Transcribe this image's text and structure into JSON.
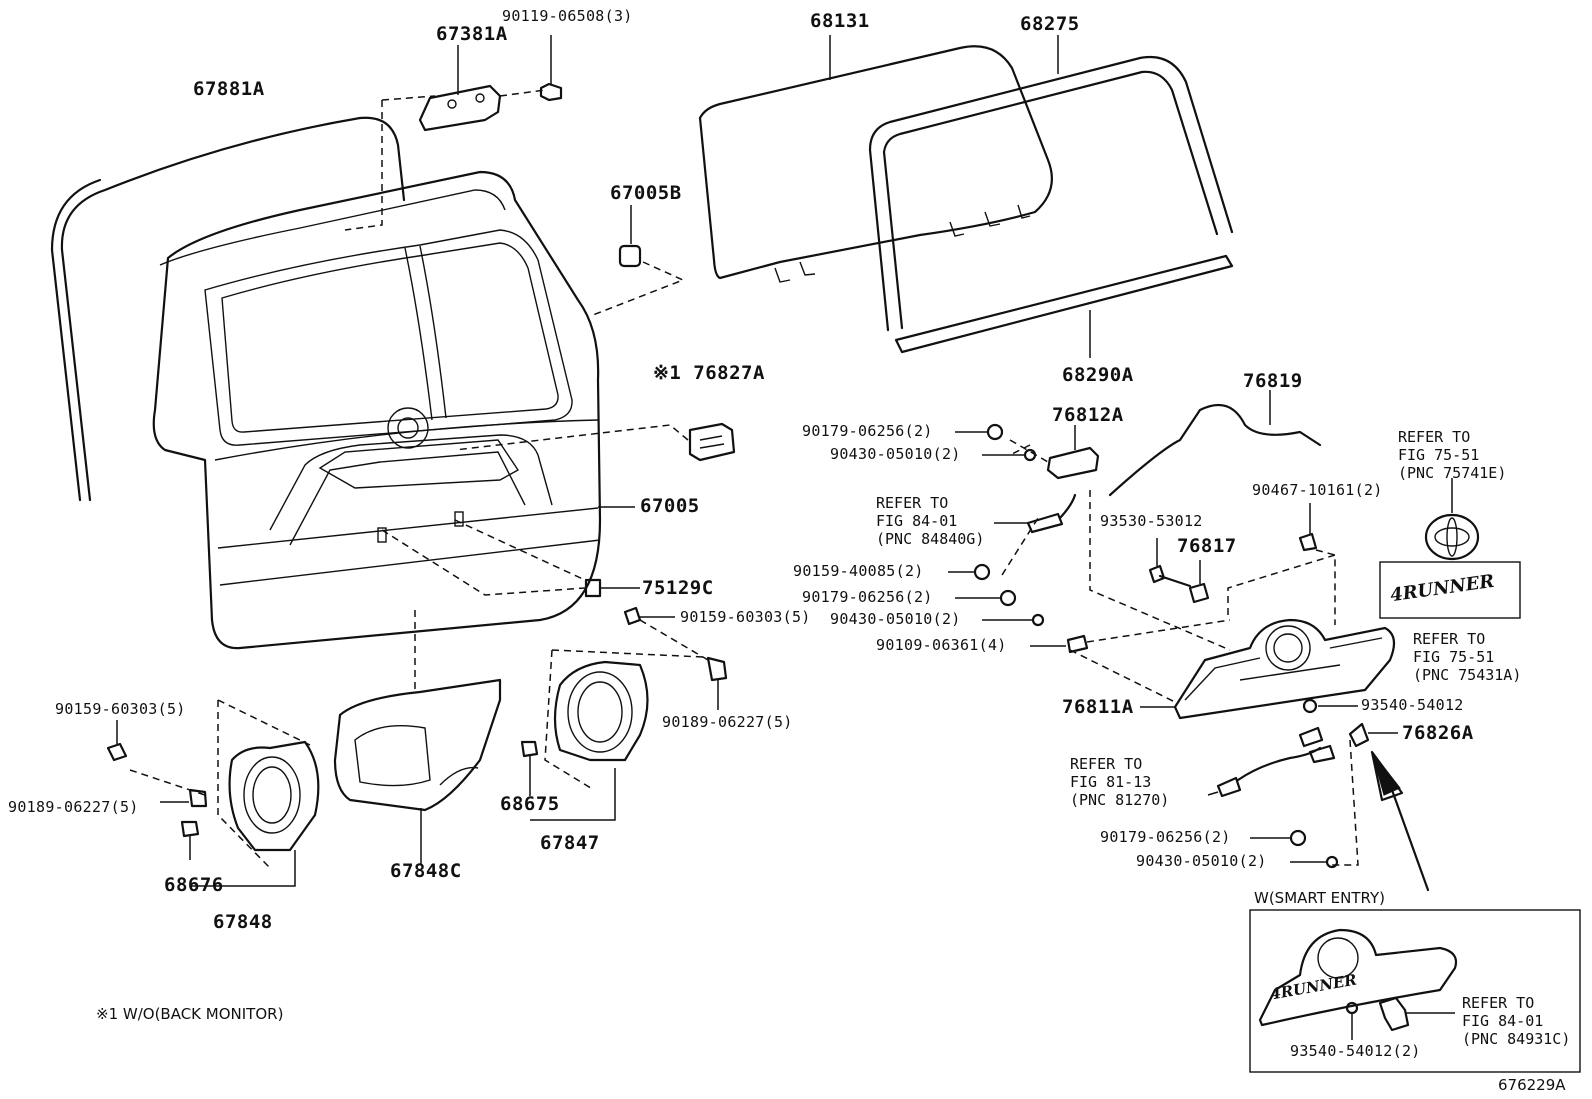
{
  "labels": {
    "p67381A": "67381A",
    "p90119_06508": "90119-06508(3)",
    "p67881A": "67881A",
    "p68131": "68131",
    "p68275": "68275",
    "p67005B": "67005B",
    "p76827A": "※1 76827A",
    "p67005": "67005",
    "p75129C": "75129C",
    "p90159_60303_r": "90159-60303(5)",
    "p90189_06227_r": "90189-06227(5)",
    "p90159_60303_l": "90159-60303(5)",
    "p90189_06227_l": "90189-06227(5)",
    "p68676": "68676",
    "p67848": "67848",
    "p67848C": "67848C",
    "p68675": "68675",
    "p67847": "67847",
    "p68290A": "68290A",
    "p76819": "76819",
    "p76812A": "76812A",
    "p90179_06256_a": "90179-06256(2)",
    "p90430_05010_a": "90430-05010(2)",
    "p90159_40085": "90159-40085(2)",
    "p90179_06256_b": "90179-06256(2)",
    "p90430_05010_b": "90430-05010(2)",
    "p90109_06361": "90109-06361(4)",
    "p93530_53012": "93530-53012",
    "p76817": "76817",
    "p90467_10161": "90467-10161(2)",
    "p76811A": "76811A",
    "p93540_54012": "93540-54012",
    "p76826A": "76826A",
    "p90179_06256_c": "90179-06256(2)",
    "p90430_05010_c": "90430-05010(2)",
    "p93540_54012_2": "93540-54012(2)"
  },
  "refs": {
    "ref_84840G": "REFER TO\nFIG 84-01\n(PNC 84840G)",
    "ref_81270": "REFER TO\nFIG 81-13\n(PNC 81270)",
    "ref_75741E": "REFER TO\nFIG 75-51\n(PNC 75741E)",
    "ref_75431A": "REFER TO\nFIG 75-51\n(PNC 75431A)",
    "ref_84931C": "REFER TO\nFIG 84-01\n(PNC 84931C)"
  },
  "notes": {
    "smart_entry": "W(SMART ENTRY)",
    "footnote": "※1 W/O(BACK MONITOR)",
    "figure_id": "676229A"
  },
  "badge_text": "4RUNNER"
}
